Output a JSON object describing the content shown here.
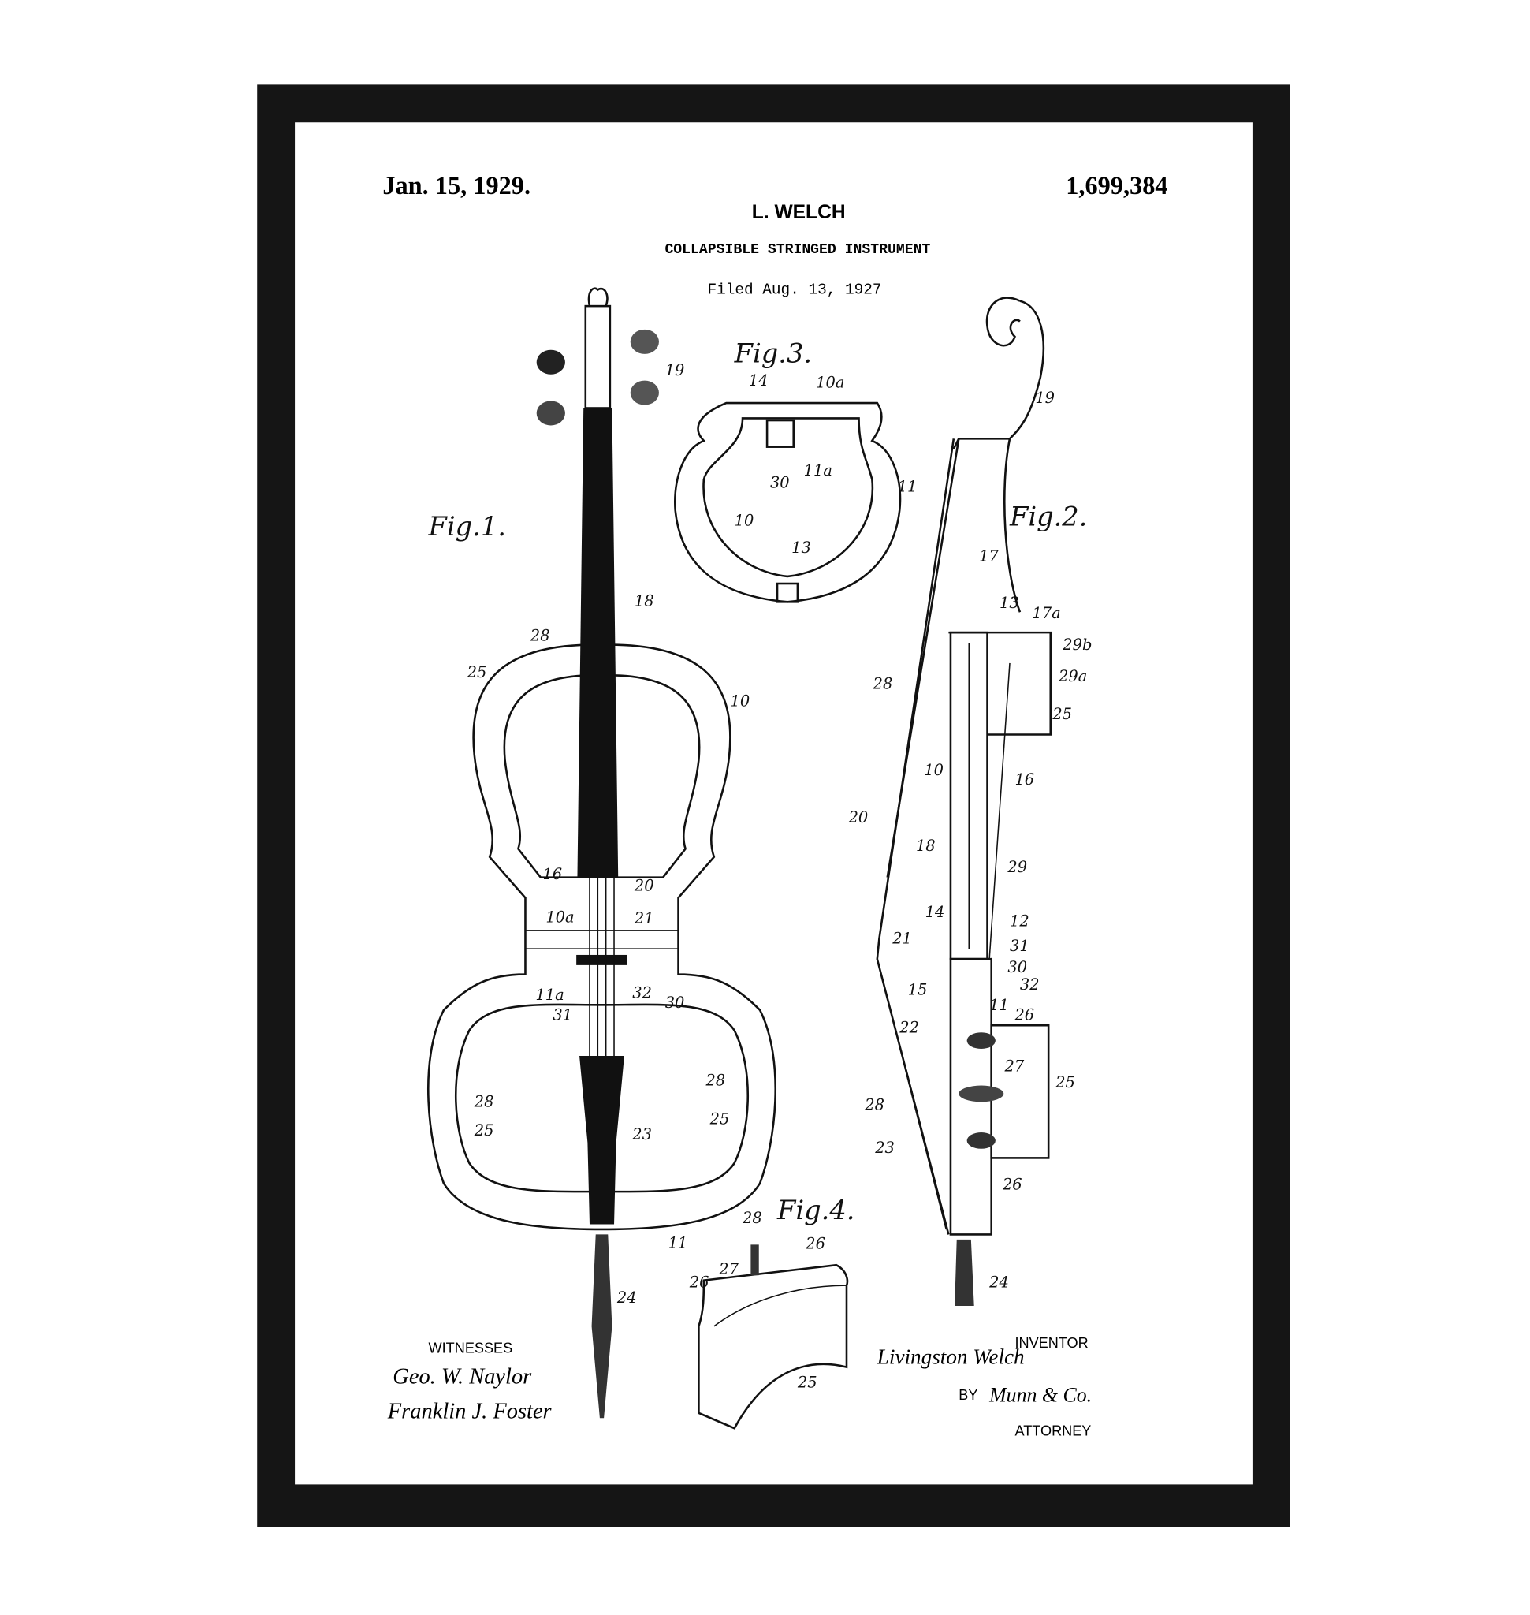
{
  "header": {
    "date": "Jan. 15, 1929.",
    "patent_number": "1,699,384",
    "inventor_name": "L. WELCH",
    "title": "COLLAPSIBLE STRINGED INSTRUMENT",
    "filed": "Filed Aug. 13, 1927"
  },
  "figures": {
    "fig1": "Fig.1.",
    "fig2": "Fig.2.",
    "fig3": "Fig.3.",
    "fig4": "Fig.4."
  },
  "fig1_labels": [
    "19",
    "18",
    "28",
    "25",
    "10",
    "16",
    "20",
    "10a",
    "21",
    "11a",
    "32",
    "30",
    "31",
    "28",
    "28",
    "25",
    "25",
    "23",
    "11",
    "24"
  ],
  "fig2_labels": [
    "19",
    "17",
    "13",
    "17a",
    "29b",
    "28",
    "29a",
    "25",
    "10",
    "16",
    "20",
    "18",
    "29",
    "14",
    "12",
    "21",
    "31",
    "30",
    "15",
    "32",
    "11",
    "26",
    "22",
    "27",
    "25",
    "28",
    "23",
    "26",
    "24"
  ],
  "fig3_labels": [
    "14",
    "10a",
    "30",
    "11a",
    "11",
    "10",
    "13"
  ],
  "fig4_labels": [
    "28",
    "26",
    "27",
    "26",
    "25"
  ],
  "footer": {
    "witnesses_label": "WITNESSES",
    "witness_signatures": [
      "Geo. W. Naylor",
      "Franklin J. Foster"
    ],
    "inventor_label": "INVENTOR",
    "inventor_signature": "Livingston Welch",
    "by_label": "BY",
    "attorney_signature": "Munn & Co.",
    "attorney_label": "ATTORNEY"
  },
  "colors": {
    "frame": "#111111",
    "paper": "#ffffff",
    "ink": "#111111"
  }
}
